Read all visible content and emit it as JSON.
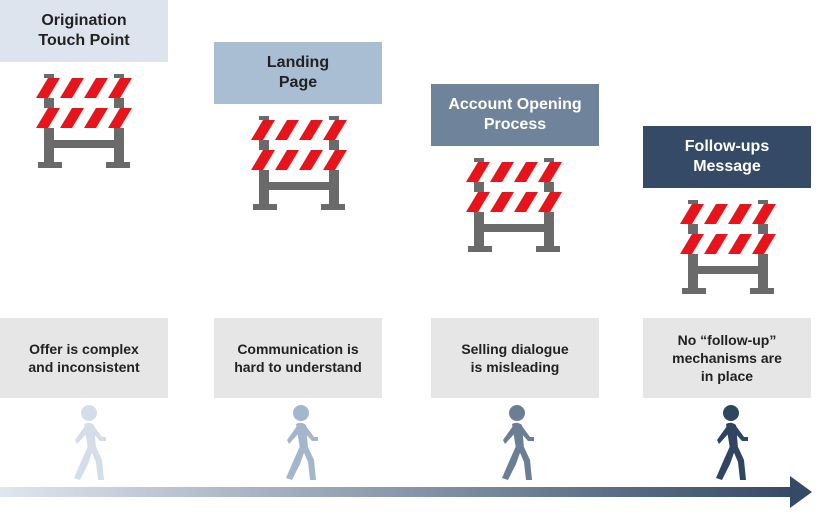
{
  "stages": [
    {
      "title": "Origination\nTouch Point",
      "problem": "Offer is complex\nand inconsistent",
      "bg": "#dde4ee",
      "fg": "#222222",
      "walker": "#d4dde9"
    },
    {
      "title": "Landing\nPage",
      "problem": "Communication is\nhard to understand",
      "bg": "#a9bdd3",
      "fg": "#222222",
      "walker": "#a3b6cc"
    },
    {
      "title": "Account Opening\nProcess",
      "problem": "Selling dialogue\nis misleading",
      "bg": "#6f849a",
      "fg": "#ffffff",
      "walker": "#6a7f96"
    },
    {
      "title": "Follow-ups\nMessage",
      "problem": "No “follow-up”\nmechanisms are\nin place",
      "bg": "#344a66",
      "fg": "#ffffff",
      "walker": "#2f4562"
    }
  ],
  "colors": {
    "barrier_red": "#e8141c",
    "barrier_white": "#ffffff",
    "barrier_leg": "#6a6a6a",
    "arrow_start": "#dfe6ef",
    "arrow_end": "#344a66"
  },
  "icons": {
    "barrier": "road-barrier-icon",
    "walker": "walking-person-icon",
    "arrow": "arrow-right-icon"
  }
}
